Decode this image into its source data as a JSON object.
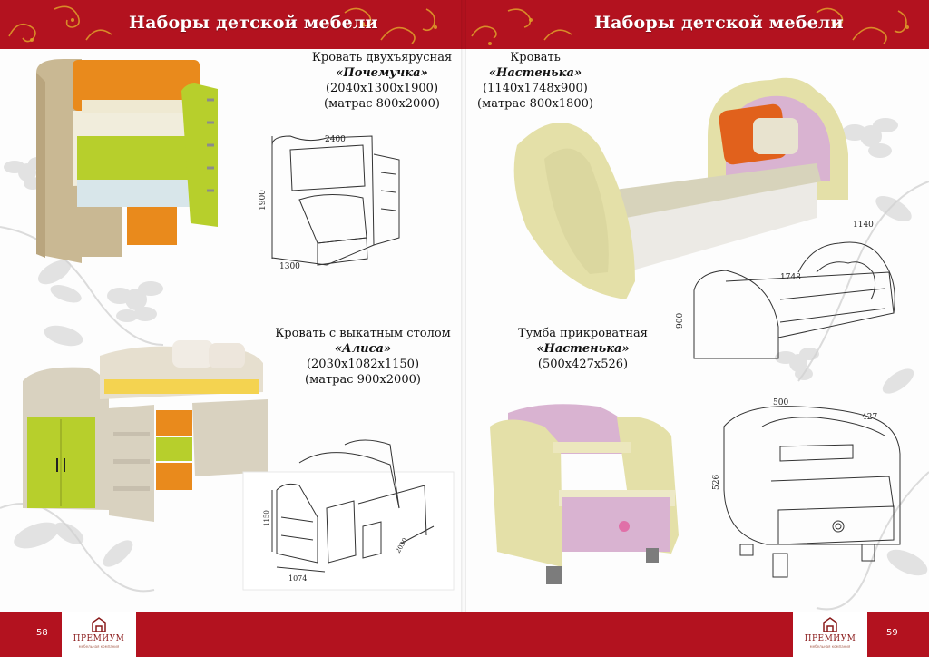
{
  "header": {
    "left_title": "Наборы детской мебели",
    "right_title": "Наборы детской мебели"
  },
  "footer": {
    "left_page": "58",
    "right_page": "59",
    "logo_brand": "ПРЕМИУМ",
    "logo_tagline": "мебельная компания"
  },
  "colors": {
    "banner": "#b3121f",
    "wood_light": "#d8c9a8",
    "orange": "#e98a1c",
    "lime": "#b7cf2c",
    "cream": "#e4e0a8",
    "pink": "#d9b3d1"
  },
  "products": [
    {
      "title": "Кровать двухъярусная",
      "name": "«Почемучка»",
      "dimensions": "(2040х1300х1900)",
      "mattress": "(матрас 800х2000)",
      "drawing_dims": {
        "width": "2400",
        "height": "1900",
        "depth": "1300"
      }
    },
    {
      "title": "Кровать",
      "name": "«Настенька»",
      "dimensions": "(1140х1748х900)",
      "mattress": "(матрас 800х1800)",
      "drawing_dims": {
        "width": "1140",
        "length": "1748",
        "height": "900"
      }
    },
    {
      "title": "Кровать с выкатным столом",
      "name": "«Алиса»",
      "dimensions": "(2030х1082х1150)",
      "mattress": "(матрас 900х2000)",
      "drawing_dims": {
        "height": "1150",
        "width": "1074",
        "length": "2030"
      }
    },
    {
      "title": "Тумба прикроватная",
      "name": "«Настенька»",
      "dimensions": "(500х427х526)",
      "drawing_dims": {
        "width": "500",
        "depth": "427",
        "height": "526"
      }
    }
  ]
}
